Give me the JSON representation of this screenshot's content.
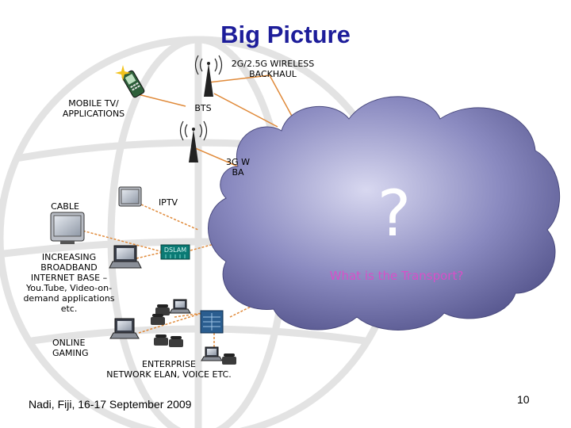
{
  "title": "Big Picture",
  "labels": {
    "wireless_backhaul": "2G/2.5G WIRELESS\nBACKHAUL",
    "mobile_tv": "MOBILE TV/\nAPPLICATIONS",
    "bts": "BTS",
    "wireless_3g": "3G W\nBA",
    "cable": "CABLE",
    "iptv": "IPTV",
    "dslam": "DSLAM",
    "broadband": "INCREASING\nBROADBAND\nINTERNET BASE –\nYou.Tube, Video-on-\ndemand applications\netc.",
    "online_gaming": "ONLINE\nGAMING",
    "enterprise": "ENTERPRISE\nNETWORK ELAN,  VOICE ETC."
  },
  "cloud": {
    "symbol": "?",
    "caption": "What is the Transport?"
  },
  "footer": "Nadi, Fiji, 16-17 September 2009",
  "page_number": "10",
  "colors": {
    "title": "#1d1d9a",
    "link_line": "#e08a3a",
    "cloud_light": "#dcdcf2",
    "cloud_dark": "#4e4e86",
    "caption": "#d84fc8",
    "globe_watermark": "#e3e3e3"
  },
  "icons": [
    "antenna-icon",
    "mobile-phone-icon",
    "tv-icon",
    "laptop-icon",
    "dslam-icon",
    "ip-phone-icon",
    "switch-icon"
  ]
}
